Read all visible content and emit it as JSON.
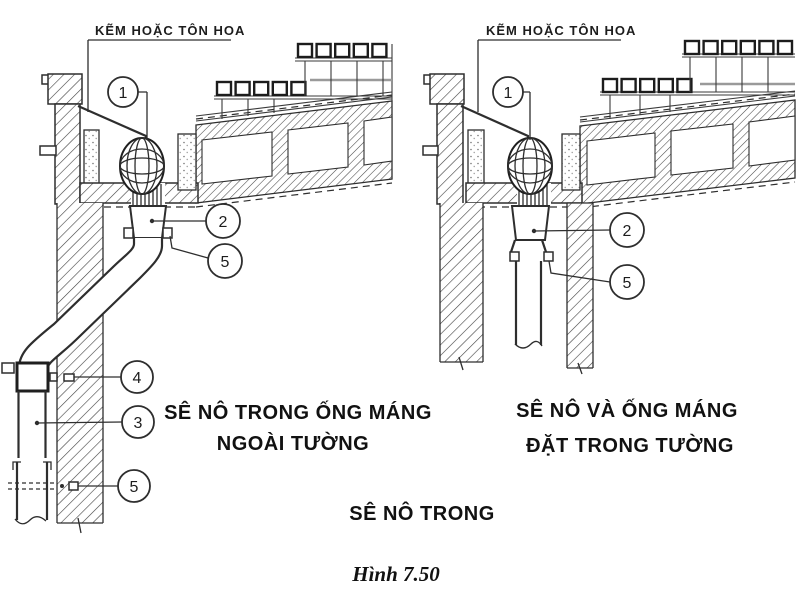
{
  "figure": {
    "title_bottom": "SÊ NÔ TRONG",
    "figure_number": "Hình 7.50"
  },
  "left_detail": {
    "flashing_label": "KẼM HOẶC TÔN HOA",
    "caption_line1": "SÊ NÔ TRONG ỐNG MÁNG",
    "caption_line2": "NGOÀI TƯỜNG",
    "callouts": {
      "c1": "1",
      "c2": "2",
      "c5a": "5",
      "c4": "4",
      "c3": "3",
      "c5b": "5"
    }
  },
  "right_detail": {
    "flashing_label": "KẼM HOẶC TÔN HOA",
    "caption_line1": "SÊ NÔ VÀ ỐNG MÁNG",
    "caption_line2": "ĐẶT TRONG TƯỜNG",
    "callouts": {
      "c1": "1",
      "c2": "2",
      "c5": "5"
    }
  },
  "colors": {
    "ink": "#2e2e2e",
    "background": "#ffffff"
  }
}
